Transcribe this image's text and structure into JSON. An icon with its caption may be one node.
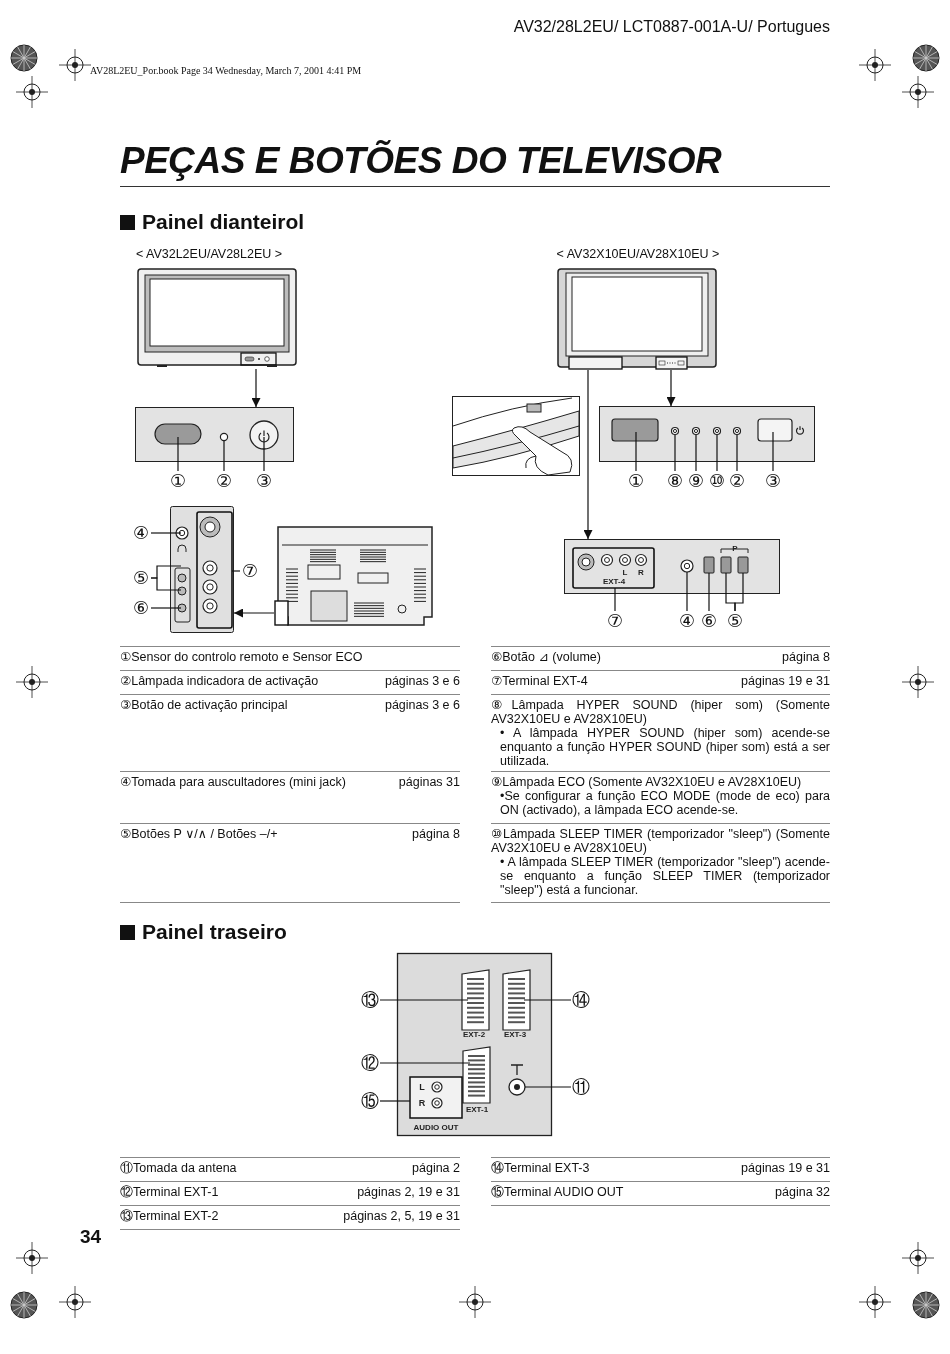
{
  "diagram": {
    "title": "PEÇAS E BOTÕES DO TELEVISOR",
    "nodes": [
      {
        "text": [],
        "shape": "picture"
      },
      {
        "text": [],
        "shape": "picture"
      },
      {
        "text": [],
        "shape": "picture"
      },
      {
        "text": [],
        "shape": "picture"
      },
      {
        "text": [],
        "shape": "picture"
      },
      {
        "text": [],
        "shape": "picture"
      },
      {
        "text": [],
        "shape": "picture"
      },
      {
        "text": [],
        "shape": "picture"
      },
      {
        "text": [
          "①"
        ]
      },
      {
        "text": [
          "②"
        ]
      },
      {
        "text": [
          "③"
        ]
      },
      {
        "text": [
          "①"
        ]
      },
      {
        "text": [
          "⑧"
        ]
      },
      {
        "text": [
          "⑨"
        ]
      },
      {
        "text": [
          "⑩"
        ]
      },
      {
        "text": [
          "②"
        ]
      },
      {
        "text": [
          "③"
        ]
      },
      {
        "text": [
          "④"
        ]
      },
      {
        "text": [
          "⑤"
        ]
      },
      {
        "text": [
          "⑥"
        ]
      },
      {
        "text": [
          "⑦"
        ]
      },
      {
        "text": [
          "⑦"
        ]
      },
      {
        "text": [
          "④"
        ]
      },
      {
        "text": [
          "⑥"
        ]
      },
      {
        "text": [
          "⑤"
        ]
      },
      {
        "text": [
          "⑬"
        ]
      },
      {
        "text": [
          "⑭"
        ]
      },
      {
        "text": [
          "⑫"
        ]
      },
      {
        "text": [
          "⑮"
        ]
      },
      {
        "text": [
          "⑪"
        ]
      }
    ],
    "edges": [
      {
        "from": 0,
        "to": 1,
        "arrow": "to"
      },
      {
        "from": 2,
        "to": 3,
        "arrow": "to"
      },
      {
        "from": 2,
        "to": 6,
        "arrow": "to"
      },
      {
        "from": 5,
        "to": 4,
        "arrow": "to"
      },
      {
        "from": 8,
        "to": 1,
        "arrow": "none"
      },
      {
        "from": 9,
        "to": 1,
        "arrow": "none"
      },
      {
        "from": 10,
        "to": 1,
        "arrow": "none"
      },
      {
        "from": 11,
        "to": 3,
        "arrow": "none"
      },
      {
        "from": 12,
        "to": 3,
        "arrow": "none"
      },
      {
        "from": 13,
        "to": 3,
        "arrow": "none"
      },
      {
        "from": 14,
        "to": 3,
        "arrow": "none"
      },
      {
        "from": 15,
        "to": 3,
        "arrow": "none"
      },
      {
        "from": 16,
        "to": 3,
        "arrow": "none"
      },
      {
        "from": 17,
        "to": 4,
        "arrow": "none"
      },
      {
        "from": 18,
        "to": 4,
        "arrow": "none"
      },
      {
        "from": 18,
        "to": 4,
        "arrow": "none"
      },
      {
        "from": 19,
        "to": 4,
        "arrow": "none"
      },
      {
        "from": 20,
        "to": 4,
        "arrow": "none"
      },
      {
        "from": 21,
        "to": 6,
        "arrow": "none"
      },
      {
        "from": 22,
        "to": 6,
        "arrow": "none"
      },
      {
        "from": 23,
        "to": 6,
        "arrow": "none"
      },
      {
        "from": 24,
        "to": 6,
        "arrow": "none"
      },
      {
        "from": 24,
        "to": 6,
        "arrow": "none"
      },
      {
        "from": 25,
        "to": 7,
        "arrow": "none"
      },
      {
        "from": 26,
        "to": 7,
        "arrow": "none"
      },
      {
        "from": 27,
        "to": 7,
        "arrow": "none"
      },
      {
        "from": 28,
        "to": 7,
        "arrow": "none"
      },
      {
        "from": 29,
        "to": 7,
        "arrow": "none"
      }
    ],
    "labels": [
      "AV32/28L2EU/ LCT0887-001A-U/ Portugues",
      "AV28L2EU_Por.book Page 34 Wednesday, March 7, 2001 4:41 PM",
      "Painel dianteirol",
      "< AV32L2EU/AV28L2EU >",
      "< AV32X10EU/AV28X10EU >",
      "L",
      "R",
      "EXT-4",
      "P",
      "①Sensor do controlo remoto e Sensor ECO",
      "②Lâmpada indicadora de activação",
      "páginas 3 e 6",
      "③Botão de activação principal",
      "páginas 3 e 6",
      "④Tomada para auscultadores (mini jack)",
      "páginas 31",
      "⑤Botões P ∨/∧ / Botões –/+",
      "página 8",
      "⑥Botão ⊿ (volume)",
      "página 8",
      "⑦Terminal EXT-4",
      "páginas 19 e 31",
      "⑧Lâmpada HYPER SOUND (hiper som) (Somente AV32X10EU e AV28X10EU)",
      "• A lâmpada HYPER SOUND (hiper som) acende-se enquanto a função HYPER SOUND (hiper som) está a ser utilizada.",
      "⑨Lâmpada ECO (Somente AV32X10EU e AV28X10EU)",
      "•Se configurar a função ECO MODE (mode de eco) para ON (activado), a lâmpada ECO acende-se.",
      "⑩Lâmpada SLEEP TIMER (temporizador \"sleep\") (Somente AV32X10EU e AV28X10EU)",
      "• A lâmpada SLEEP TIMER (temporizador \"sleep\") acende-se enquanto a função SLEEP TIMER (temporizador \"sleep\") está a funcionar.",
      "Painel traseiro",
      "EXT-2",
      "EXT-3",
      "EXT-1",
      "L",
      "R",
      "AUDIO OUT",
      "⑪Tomada da antena",
      "página 2",
      "⑫Terminal EXT-1",
      "páginas 2, 19 e 31",
      "⑬Terminal EXT-2",
      "páginas 2, 5, 19 e 31",
      "⑭Terminal EXT-3",
      "páginas 19 e 31",
      "⑮Terminal AUDIO OUT",
      "página 32",
      "34"
    ]
  }
}
